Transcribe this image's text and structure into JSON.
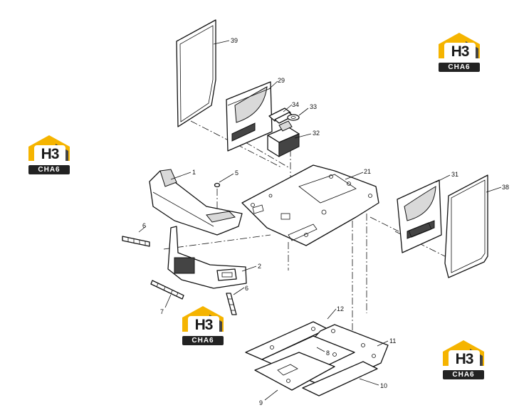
{
  "brand": {
    "letters": "H3",
    "tag": "CHA6",
    "colors": {
      "yellow": "#f5b400",
      "dark": "#222222"
    }
  },
  "callouts": {
    "c39": "39",
    "c29": "29",
    "c34": "34",
    "c33": "33",
    "c32": "32",
    "c1": "1",
    "c5": "5",
    "c21": "21",
    "c31": "31",
    "c38": "38",
    "c6a": "6",
    "c2": "2",
    "c6b": "6",
    "c7": "7",
    "c12": "12",
    "c8": "8",
    "c11": "11",
    "c10": "10",
    "c9": "9"
  }
}
